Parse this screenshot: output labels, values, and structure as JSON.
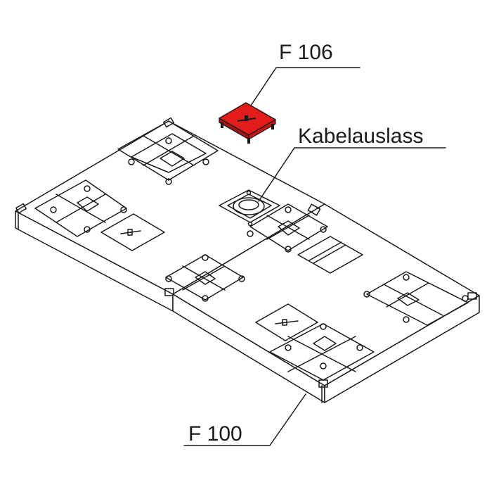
{
  "labels": {
    "part_f106": "F 106",
    "cable_outlet": "Kabelauslass",
    "part_f100": "F 100"
  },
  "colors": {
    "line": "#1a1a1a",
    "highlight": "#e21b1b",
    "background": "#ffffff"
  }
}
